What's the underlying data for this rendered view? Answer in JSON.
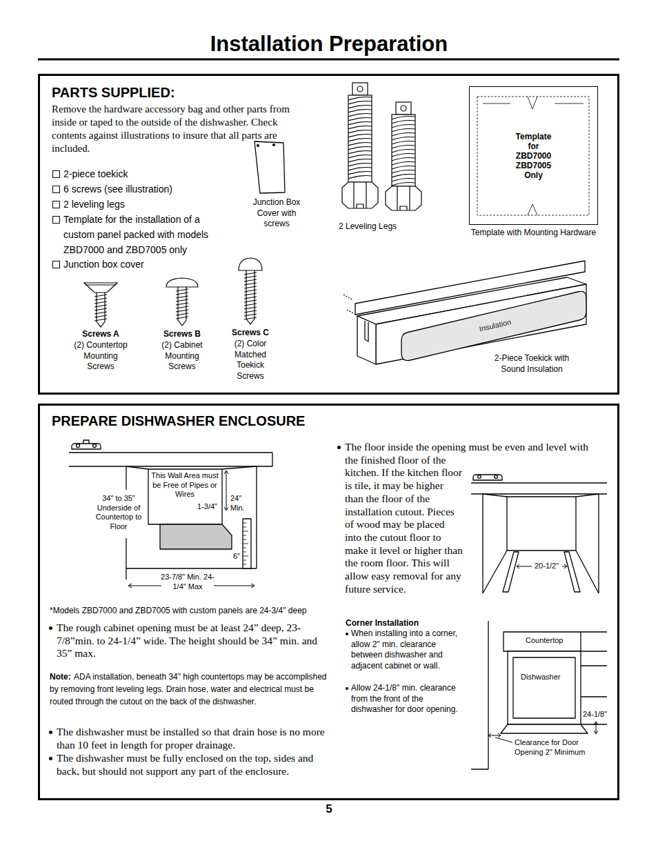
{
  "diagram": {
    "title": "Installation Preparation",
    "nodes": [
      {
        "text": [
          "PARTS SUPPLIED:",
          "Remove the hardware accessory bag and other parts from inside or taped to the outside of the dishwasher. Check contents against illustrations to insure that all parts are included."
        ]
      },
      {
        "text": [
          "Template for ZBD7000 ZBD7005 Only",
          "Template with Mounting Hardware"
        ],
        "in": 0
      },
      {
        "text": [
          "PREPARE DISHWASHER ENCLOSURE"
        ]
      }
    ],
    "labels": [
      "2-piece toekick",
      "6 screws (see illustration)",
      "2 leveling legs",
      "Template for the installation of a custom panel packed with models ZBD7000 and ZBD7005 only",
      "Junction box cover",
      "Junction Box Cover with screws",
      "Screws A",
      "(2) Countertop Mounting Screws",
      "Screws B",
      "(2) Cabinet Mounting Screws",
      "Screws C",
      "(2) Color Matched Toekick Screws",
      "2 Leveling Legs",
      "Insulation",
      "2-Piece Toekick with Sound Insulation",
      "This Wall Area must be Free of Pipes or Wires",
      "34\" to 35\" Underside of Countertop to Floor",
      "24\" Min.",
      "1-3/4\"",
      "6\"",
      "23-7/8\" Min. 24-1/4\" Max",
      "*Models ZBD7000 and ZBD7005 with custom panels are 24-3/4\" deep",
      "The rough cabinet opening must be at least 24” deep, 23-7/8”min. to 24-1/4” wide. The height should be 34” min. and 35” max.",
      "Note:",
      "ADA installation, beneath 34\" high countertops may be accomplished by removing front leveling legs. Drain hose, water and electrical must be routed through the cutout on the back of the dishwasher.",
      "The dishwasher must be installed so that drain hose is no more than 10 feet in length for proper drainage.",
      "The dishwasher must be fully enclosed on the top, sides and back, but should not support any part of the enclosure.",
      "The floor inside the opening must be even and level with the finished floor of the kitchen. If the kitchen floor is tile, it may be higher than the floor of the installation cutout. Pieces of wood may be placed into the cutout floor to make it level or higher than the room floor. This will allow easy removal for any future service.",
      "20-1/2\"",
      "Corner Installation",
      "When installing into a corner, allow 2\" min. clearance between dishwasher and adjacent cabinet or wall.",
      "Allow 24-1/8\" min. clearance from the front of the dishwasher for door opening.",
      "Countertop",
      "Dishwasher",
      "24-1/8\"",
      "Clearance for Door Opening 2\" Minimum",
      "5"
    ]
  }
}
